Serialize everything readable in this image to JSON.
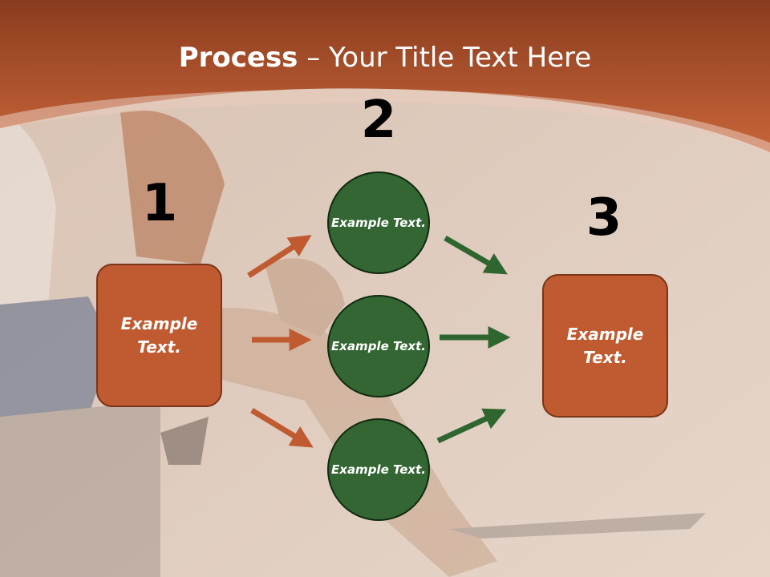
{
  "title": {
    "bold": "Process",
    "rest": " – Your Title Text Here"
  },
  "steps": [
    {
      "number": "1",
      "label": "Example Text."
    },
    {
      "number": "2",
      "items": [
        "Example Text.",
        "Example Text.",
        "Example Text."
      ]
    },
    {
      "number": "3",
      "label": "Example Text."
    }
  ],
  "colors": {
    "header": "#c05a30",
    "box": "#c05a30",
    "circle": "#336633",
    "arrow_left": "#c05a30",
    "arrow_right": "#2f6630"
  }
}
